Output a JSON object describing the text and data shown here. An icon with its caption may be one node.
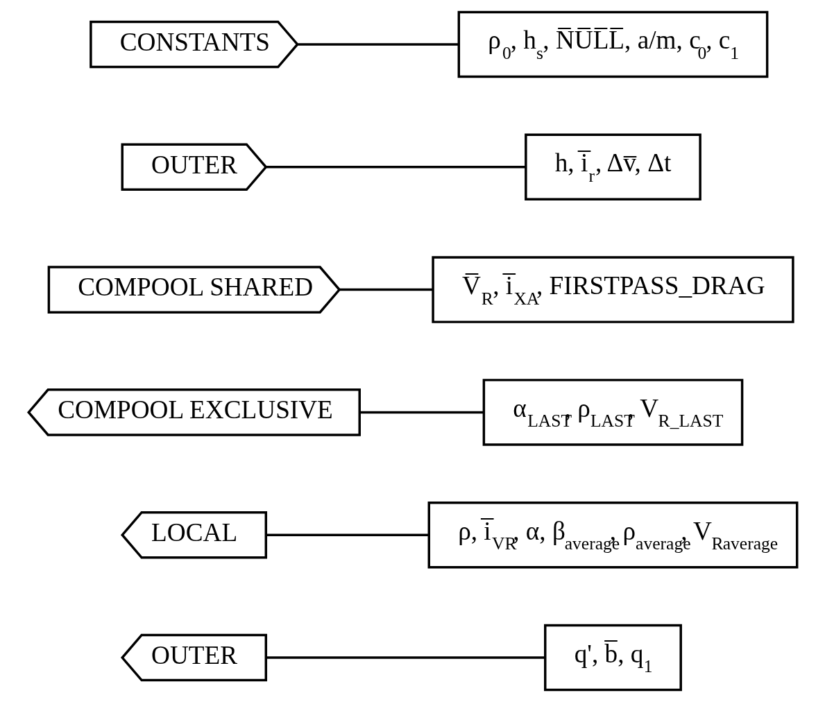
{
  "diagram": {
    "nodes": [
      {
        "text": [
          "CONSTANTS"
        ]
      },
      {
        "text": [
          "ρ$_{0}$, h$_{s}$, N̅U̅L̅L̅, a/m, c$_{0}$, c$_{1}$"
        ]
      },
      {
        "text": [
          "OUTER"
        ]
      },
      {
        "text": [
          "h, i̅$_{r}$, Δv̅, Δt"
        ]
      },
      {
        "text": [
          "COMPOOL SHARED"
        ]
      },
      {
        "text": [
          "V̅$_{R}$, i̅$_{XA}$, FIRSTPASS_DRAG"
        ]
      },
      {
        "text": [
          "COMPOOL EXCLUSIVE"
        ]
      },
      {
        "text": [
          "α$_{LAST}$, ρ$_{LAST}$, V$_{R_LAST}$"
        ]
      },
      {
        "text": [
          "LOCAL"
        ]
      },
      {
        "text": [
          "ρ, i̅$_{VR}$, α, β$_{average}$, ρ$_{average}$, V$_{R}$$_{average}$"
        ]
      },
      {
        "text": [
          "OUTER"
        ]
      },
      {
        "text": [
          "q', b̅, q$_{1}$"
        ]
      }
    ],
    "edges": [
      {
        "from": 0,
        "to": 1,
        "arrow": "none"
      },
      {
        "from": 2,
        "to": 3,
        "arrow": "none"
      },
      {
        "from": 4,
        "to": 5,
        "arrow": "none"
      },
      {
        "from": 6,
        "to": 7,
        "arrow": "none"
      },
      {
        "from": 8,
        "to": 9,
        "arrow": "none"
      },
      {
        "from": 10,
        "to": 11,
        "arrow": "none"
      }
    ]
  }
}
